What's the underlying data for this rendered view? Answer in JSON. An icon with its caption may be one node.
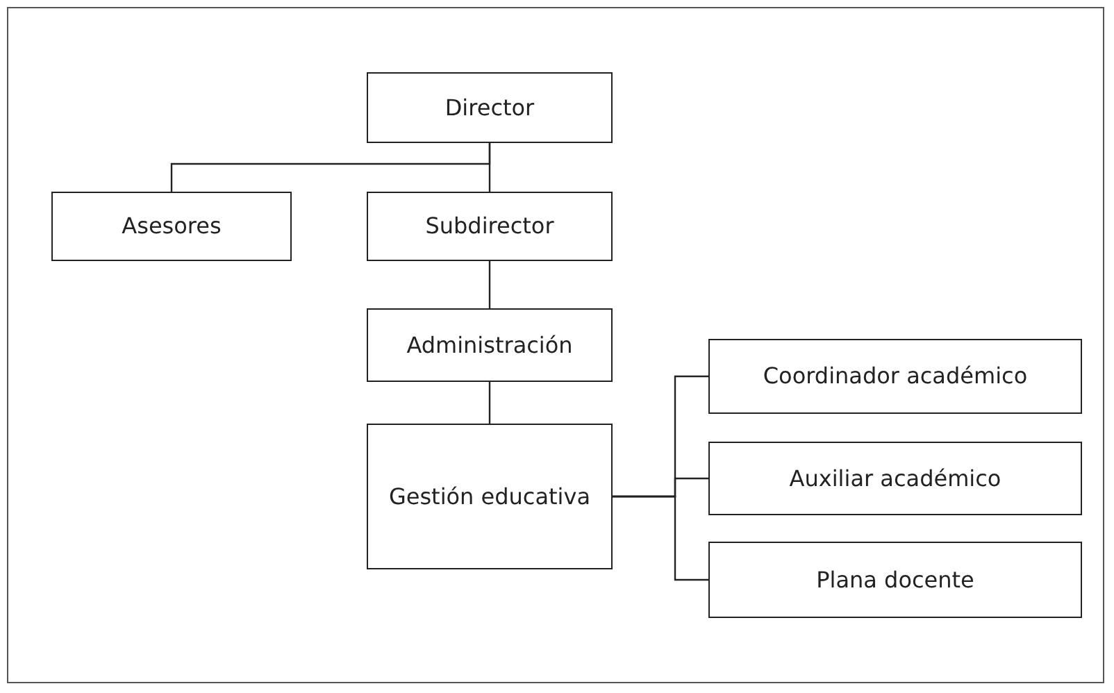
{
  "diagram": {
    "nodes": [
      {
        "text": [
          "Director"
        ]
      },
      {
        "text": [
          "Asesores"
        ]
      },
      {
        "text": [
          "Subdirector"
        ]
      },
      {
        "text": [
          "Administración"
        ]
      },
      {
        "text": [
          "Gestión educativa"
        ]
      },
      {
        "text": [
          "Coordinador académico"
        ]
      },
      {
        "text": [
          "Auxiliar académico"
        ]
      },
      {
        "text": [
          "Plana docente"
        ]
      }
    ],
    "edges": [
      {
        "from": 0,
        "to": 1,
        "arrow": "none"
      },
      {
        "from": 0,
        "to": 2,
        "arrow": "none"
      },
      {
        "from": 2,
        "to": 3,
        "arrow": "none"
      },
      {
        "from": 3,
        "to": 4,
        "arrow": "none"
      },
      {
        "from": 4,
        "to": 5,
        "arrow": "none"
      },
      {
        "from": 4,
        "to": 6,
        "arrow": "none"
      },
      {
        "from": 4,
        "to": 7,
        "arrow": "none"
      }
    ]
  }
}
